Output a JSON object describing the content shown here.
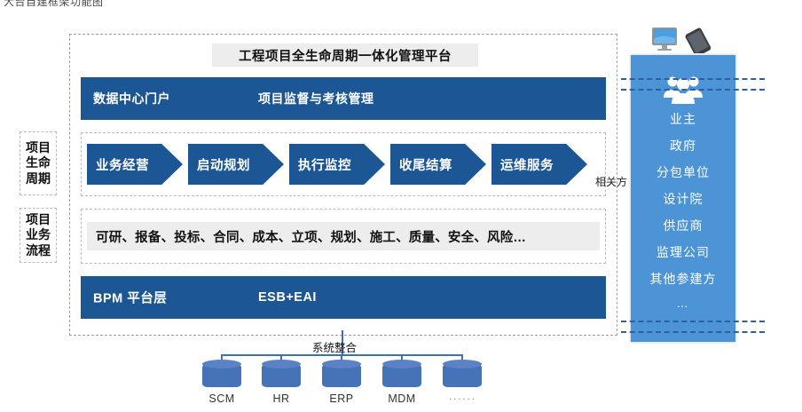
{
  "top_caption": "大台自建框架功能图",
  "main": {
    "platform_title": "工程项目全生命周期一体化管理平台",
    "portal_band": {
      "left_label": "数据中心门户",
      "right_label": "项目监督与考核管理"
    },
    "lifecycle": {
      "side_label_lines": [
        "项目",
        "生命",
        "周期"
      ],
      "stages": [
        "业务经营",
        "启动规划",
        "执行监控",
        "收尾结算",
        "运维服务"
      ]
    },
    "process": {
      "side_label_lines": [
        "项目",
        "业务",
        "流程"
      ],
      "items_text": "可研、报备、投标、合同、成本、立项、规划、施工、质量、安全、风险…"
    },
    "platform_band": {
      "left_label": "BPM  平台层",
      "right_label": "ESB+EAI"
    },
    "related_party_label": "相关方"
  },
  "stakeholders": {
    "icon": "people-group-icon",
    "items": [
      "业主",
      "政府",
      "分包单位",
      "设计院",
      "供应商",
      "监理公司",
      "其他参建方",
      "…"
    ]
  },
  "devices": {
    "monitor": "monitor-icon",
    "phone": "smartphone-icon"
  },
  "system_integration": {
    "label": "系统整合",
    "systems": [
      "SCM",
      "HR",
      "ERP",
      "MDM",
      "······"
    ]
  },
  "colors": {
    "dark_blue": "#1d5694",
    "panel_blue": "#4d94d6",
    "cylinder_blue": "#4672b8",
    "band_gray": "#ededed",
    "dash_gray": "#9aa0a6",
    "dash_blue": "#2f5f9e"
  }
}
